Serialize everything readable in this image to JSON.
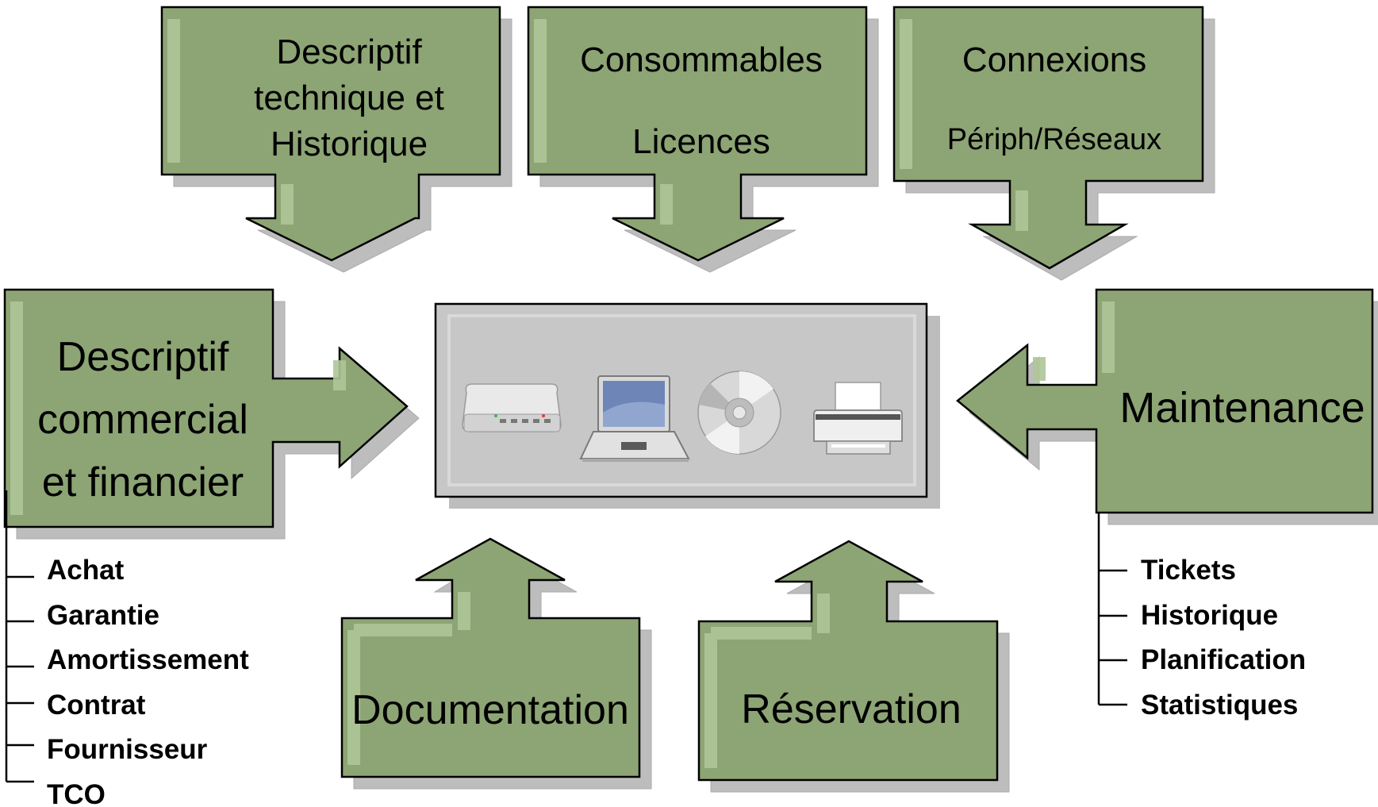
{
  "colors": {
    "arrow_fill": "#8da474",
    "arrow_highlight": "#aec598",
    "shadow": "#bdbdbd",
    "center_panel": "#c7c7c7"
  },
  "top_arrows": [
    {
      "lines": [
        "Descriptif",
        "technique et",
        "Historique"
      ]
    },
    {
      "lines": [
        "Consommables",
        "",
        "Licences"
      ]
    },
    {
      "lines": [
        "Connexions",
        "Périph/Réseaux"
      ]
    }
  ],
  "left_arrow": {
    "lines": [
      "Descriptif",
      "commercial",
      "et financier"
    ]
  },
  "right_arrow": {
    "lines": [
      "Maintenance"
    ]
  },
  "bottom_arrows": [
    {
      "lines": [
        "Documentation"
      ]
    },
    {
      "lines": [
        "Réservation"
      ]
    }
  ],
  "center_icons": [
    "router-icon",
    "laptop-icon",
    "cd-disc-icon",
    "printer-icon"
  ],
  "left_list": [
    "Achat",
    "Garantie",
    "Amortissement",
    "Contrat",
    "Fournisseur",
    "TCO"
  ],
  "right_list": [
    "Tickets",
    "Historique",
    "Planification",
    "Statistiques"
  ]
}
